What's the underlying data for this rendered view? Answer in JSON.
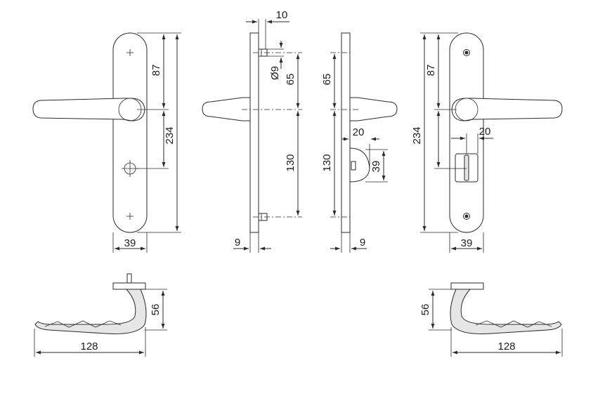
{
  "dimensions": {
    "front_left": {
      "height_upper": "87",
      "height_total": "234",
      "width": "39"
    },
    "side_left": {
      "top_offset": "10",
      "pin_diameter": "Ø9",
      "pin_to_axis": "65",
      "axis_to_bottom": "130",
      "thickness": "9"
    },
    "side_right": {
      "axis_from_top": "65",
      "axis_to_bottom": "130",
      "thumbturn_depth": "20",
      "thumbturn_height": "39",
      "thickness": "9"
    },
    "front_right": {
      "height_upper": "87",
      "height_total": "234",
      "turn_offset": "20",
      "width": "39"
    },
    "handle_left": {
      "height": "56",
      "length": "128"
    },
    "handle_right": {
      "height": "56",
      "length": "128"
    }
  },
  "colors": {
    "line": "#2a2a2a",
    "background": "#ffffff",
    "fill": "#e6e6e6"
  }
}
